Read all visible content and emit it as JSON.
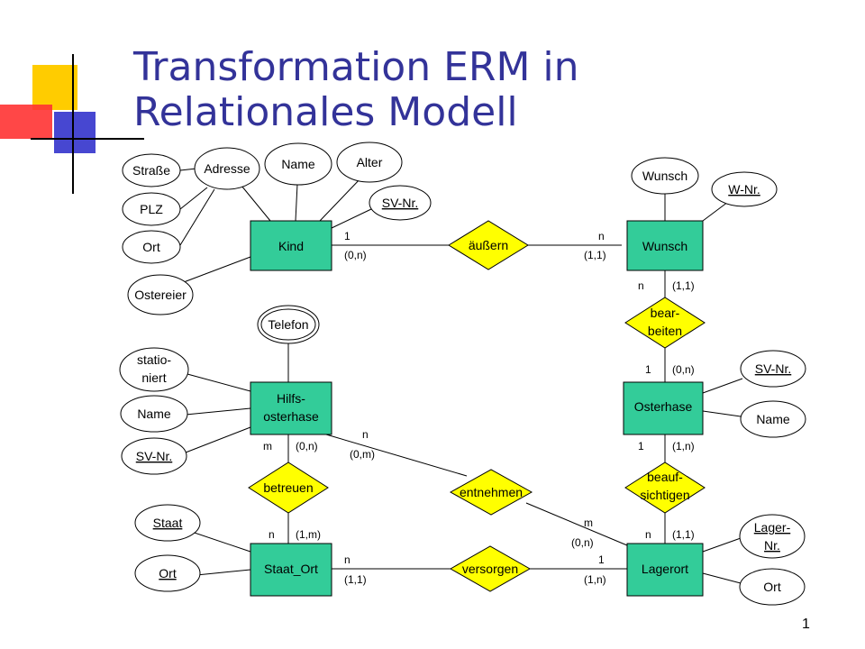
{
  "title": {
    "line1": "Transformation ERM in",
    "line2": "Relationales Modell"
  },
  "slide_number": "1",
  "colors": {
    "entity": "#33cc99",
    "relationship": "#ffff00",
    "title": "#333399",
    "deco_yellow": "#ffcc00",
    "deco_red": "#ff3333",
    "deco_blue": "#3333cc"
  },
  "entities": {
    "kind": "Kind",
    "wunsch": "Wunsch",
    "hilfsosterhase": [
      "Hilfs-",
      "osterhase"
    ],
    "osterhase": "Osterhase",
    "staat_ort": "Staat_Ort",
    "lagerort": "Lagerort"
  },
  "relationships": {
    "aeussern": "äußern",
    "bearbeiten": [
      "bear-",
      "beiten"
    ],
    "betreuen": "betreuen",
    "entnehmen": "entnehmen",
    "beaufsichtigen": [
      "beauf-",
      "sichtigen"
    ],
    "versorgen": "versorgen"
  },
  "attributes": {
    "strasse": "Straße",
    "adresse": "Adresse",
    "kind_name": "Name",
    "alter": "Alter",
    "kind_svnr": "SV-Nr.",
    "plz": "PLZ",
    "kind_ort": "Ort",
    "ostereier": "Ostereier",
    "wunsch_attr": "Wunsch",
    "wnr": "W-Nr.",
    "telefon": "Telefon",
    "stationiert": [
      "statio-",
      "niert"
    ],
    "hilfs_name": "Name",
    "hilfs_svnr": "SV-Nr.",
    "oster_svnr": "SV-Nr.",
    "oster_name": "Name",
    "staat": "Staat",
    "staat_ort_ort": "Ort",
    "lager_nr": [
      "Lager-",
      "Nr."
    ],
    "lager_ort": "Ort"
  },
  "cardinalities": {
    "kind_aeussern": {
      "simple": "1",
      "minmax": "(0,n)"
    },
    "wunsch_aeussern": {
      "simple": "n",
      "minmax": "(1,1)"
    },
    "wunsch_bearbeiten": {
      "simple": "n",
      "minmax": "(1,1)"
    },
    "oster_bearbeiten": {
      "simple": "1",
      "minmax": "(0,n)"
    },
    "hilfs_betreuen": {
      "simple": "m",
      "minmax": "(0,n)"
    },
    "hilfs_entnehmen": {
      "simple": "n",
      "minmax": "(0,m)"
    },
    "oster_beaufsichtigen": {
      "simple": "1",
      "minmax": "(1,n)"
    },
    "staat_betreuen": {
      "simple": "n",
      "minmax": "(1,m)"
    },
    "lager_entnehmen": {
      "simple": "m",
      "minmax": "(0,n)"
    },
    "lager_beaufsichtigen": {
      "simple": "n",
      "minmax": "(1,1)"
    },
    "staat_versorgen": {
      "simple": "n",
      "minmax": "(1,1)"
    },
    "lager_versorgen": {
      "simple": "1",
      "minmax": "(1,n)"
    }
  }
}
